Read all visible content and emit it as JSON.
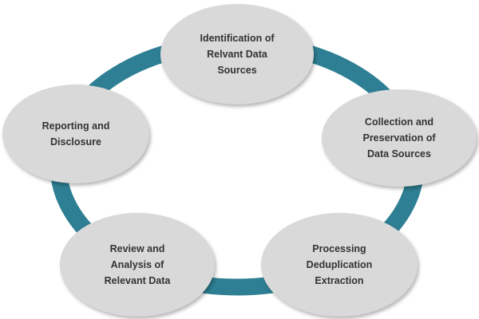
{
  "colors": {
    "ring": "#2e7f93",
    "node_fill": "#d9d9d9",
    "text": "#333333"
  },
  "cycle": {
    "nodes": [
      {
        "label": "Identification of\nRelvant Data\nSources"
      },
      {
        "label": "Collection and\nPreservation of\nData Sources"
      },
      {
        "label": "Processing\nDeduplication\nExtraction"
      },
      {
        "label": "Review and\nAnalysis  of\nRelevant Data"
      },
      {
        "label": "Reporting and\nDisclosure"
      }
    ]
  }
}
